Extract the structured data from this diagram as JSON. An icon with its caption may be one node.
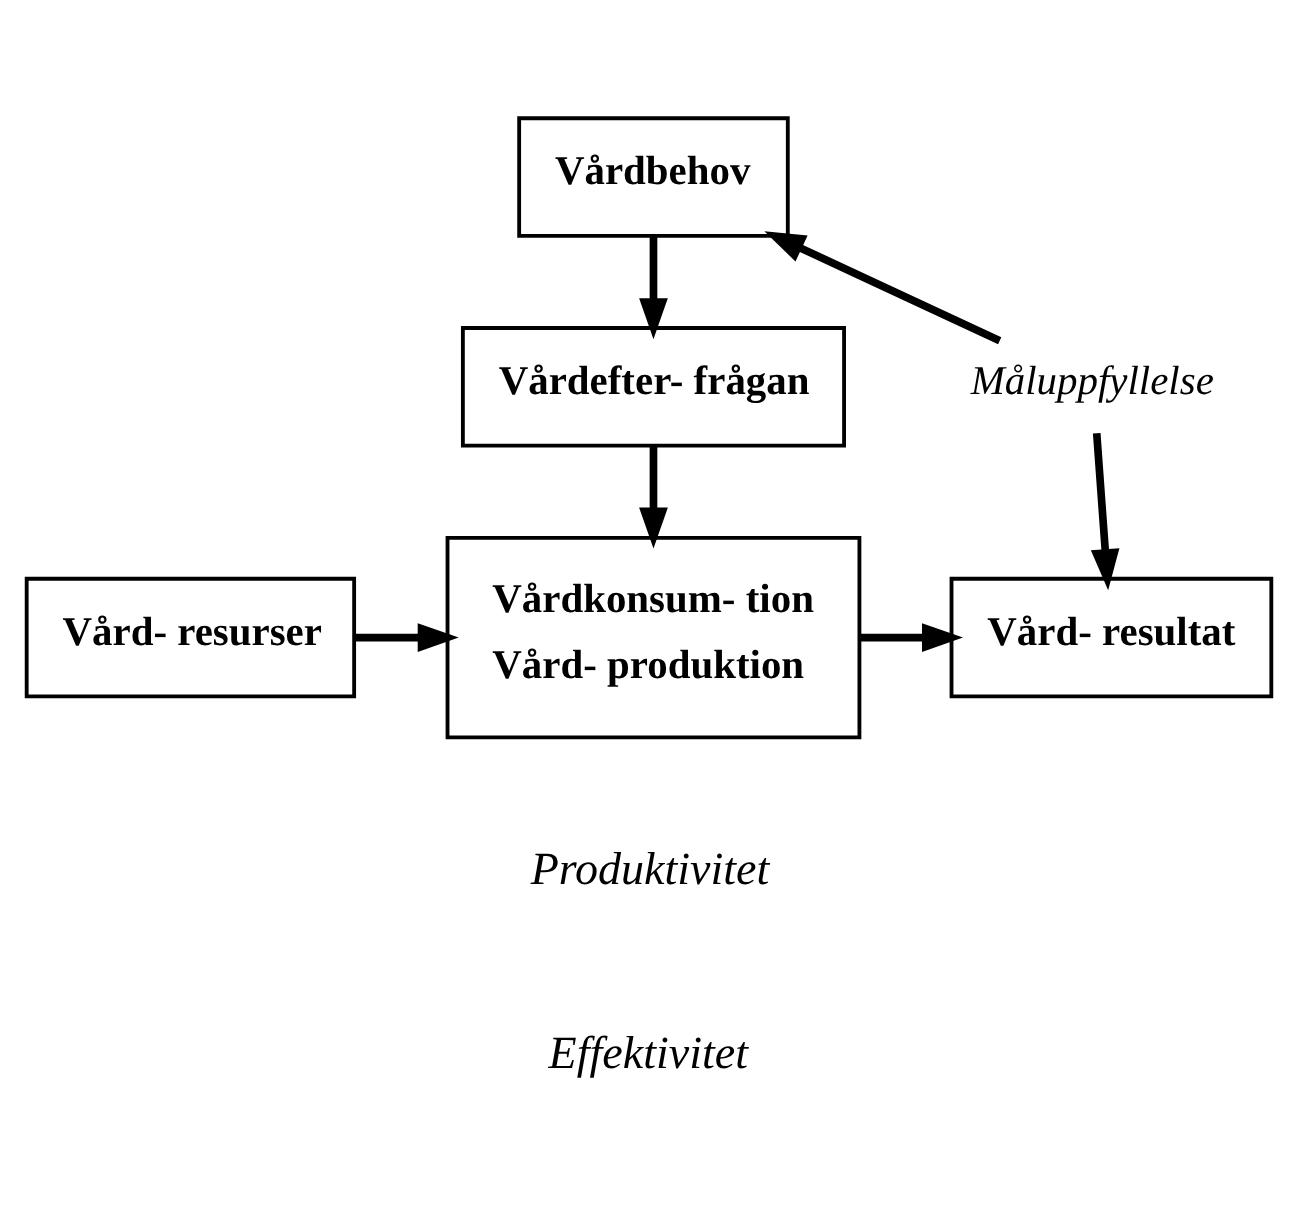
{
  "diagram": {
    "nodes": [
      {
        "text": [
          "Vårdbehov"
        ]
      },
      {
        "text": [
          "Vårdefter- frågan"
        ]
      },
      {
        "text": [
          "Vårdkonsum- tion",
          "Vård- produktion"
        ]
      },
      {
        "text": [
          "Vård- resurser"
        ]
      },
      {
        "text": [
          "Vård- resultat"
        ]
      },
      {
        "text": [
          "Måluppfyllelse"
        ]
      }
    ],
    "edges": [
      {
        "from": 0,
        "to": 1,
        "arrow": "to"
      },
      {
        "from": 1,
        "to": 2,
        "arrow": "to"
      },
      {
        "from": 3,
        "to": 2,
        "arrow": "to"
      },
      {
        "from": 2,
        "to": 4,
        "arrow": "to"
      },
      {
        "from": 5,
        "to": 0,
        "arrow": "to"
      },
      {
        "from": 5,
        "to": 4,
        "arrow": "to"
      }
    ],
    "labels": [
      "Produktivitet",
      "Effektivitet"
    ]
  }
}
